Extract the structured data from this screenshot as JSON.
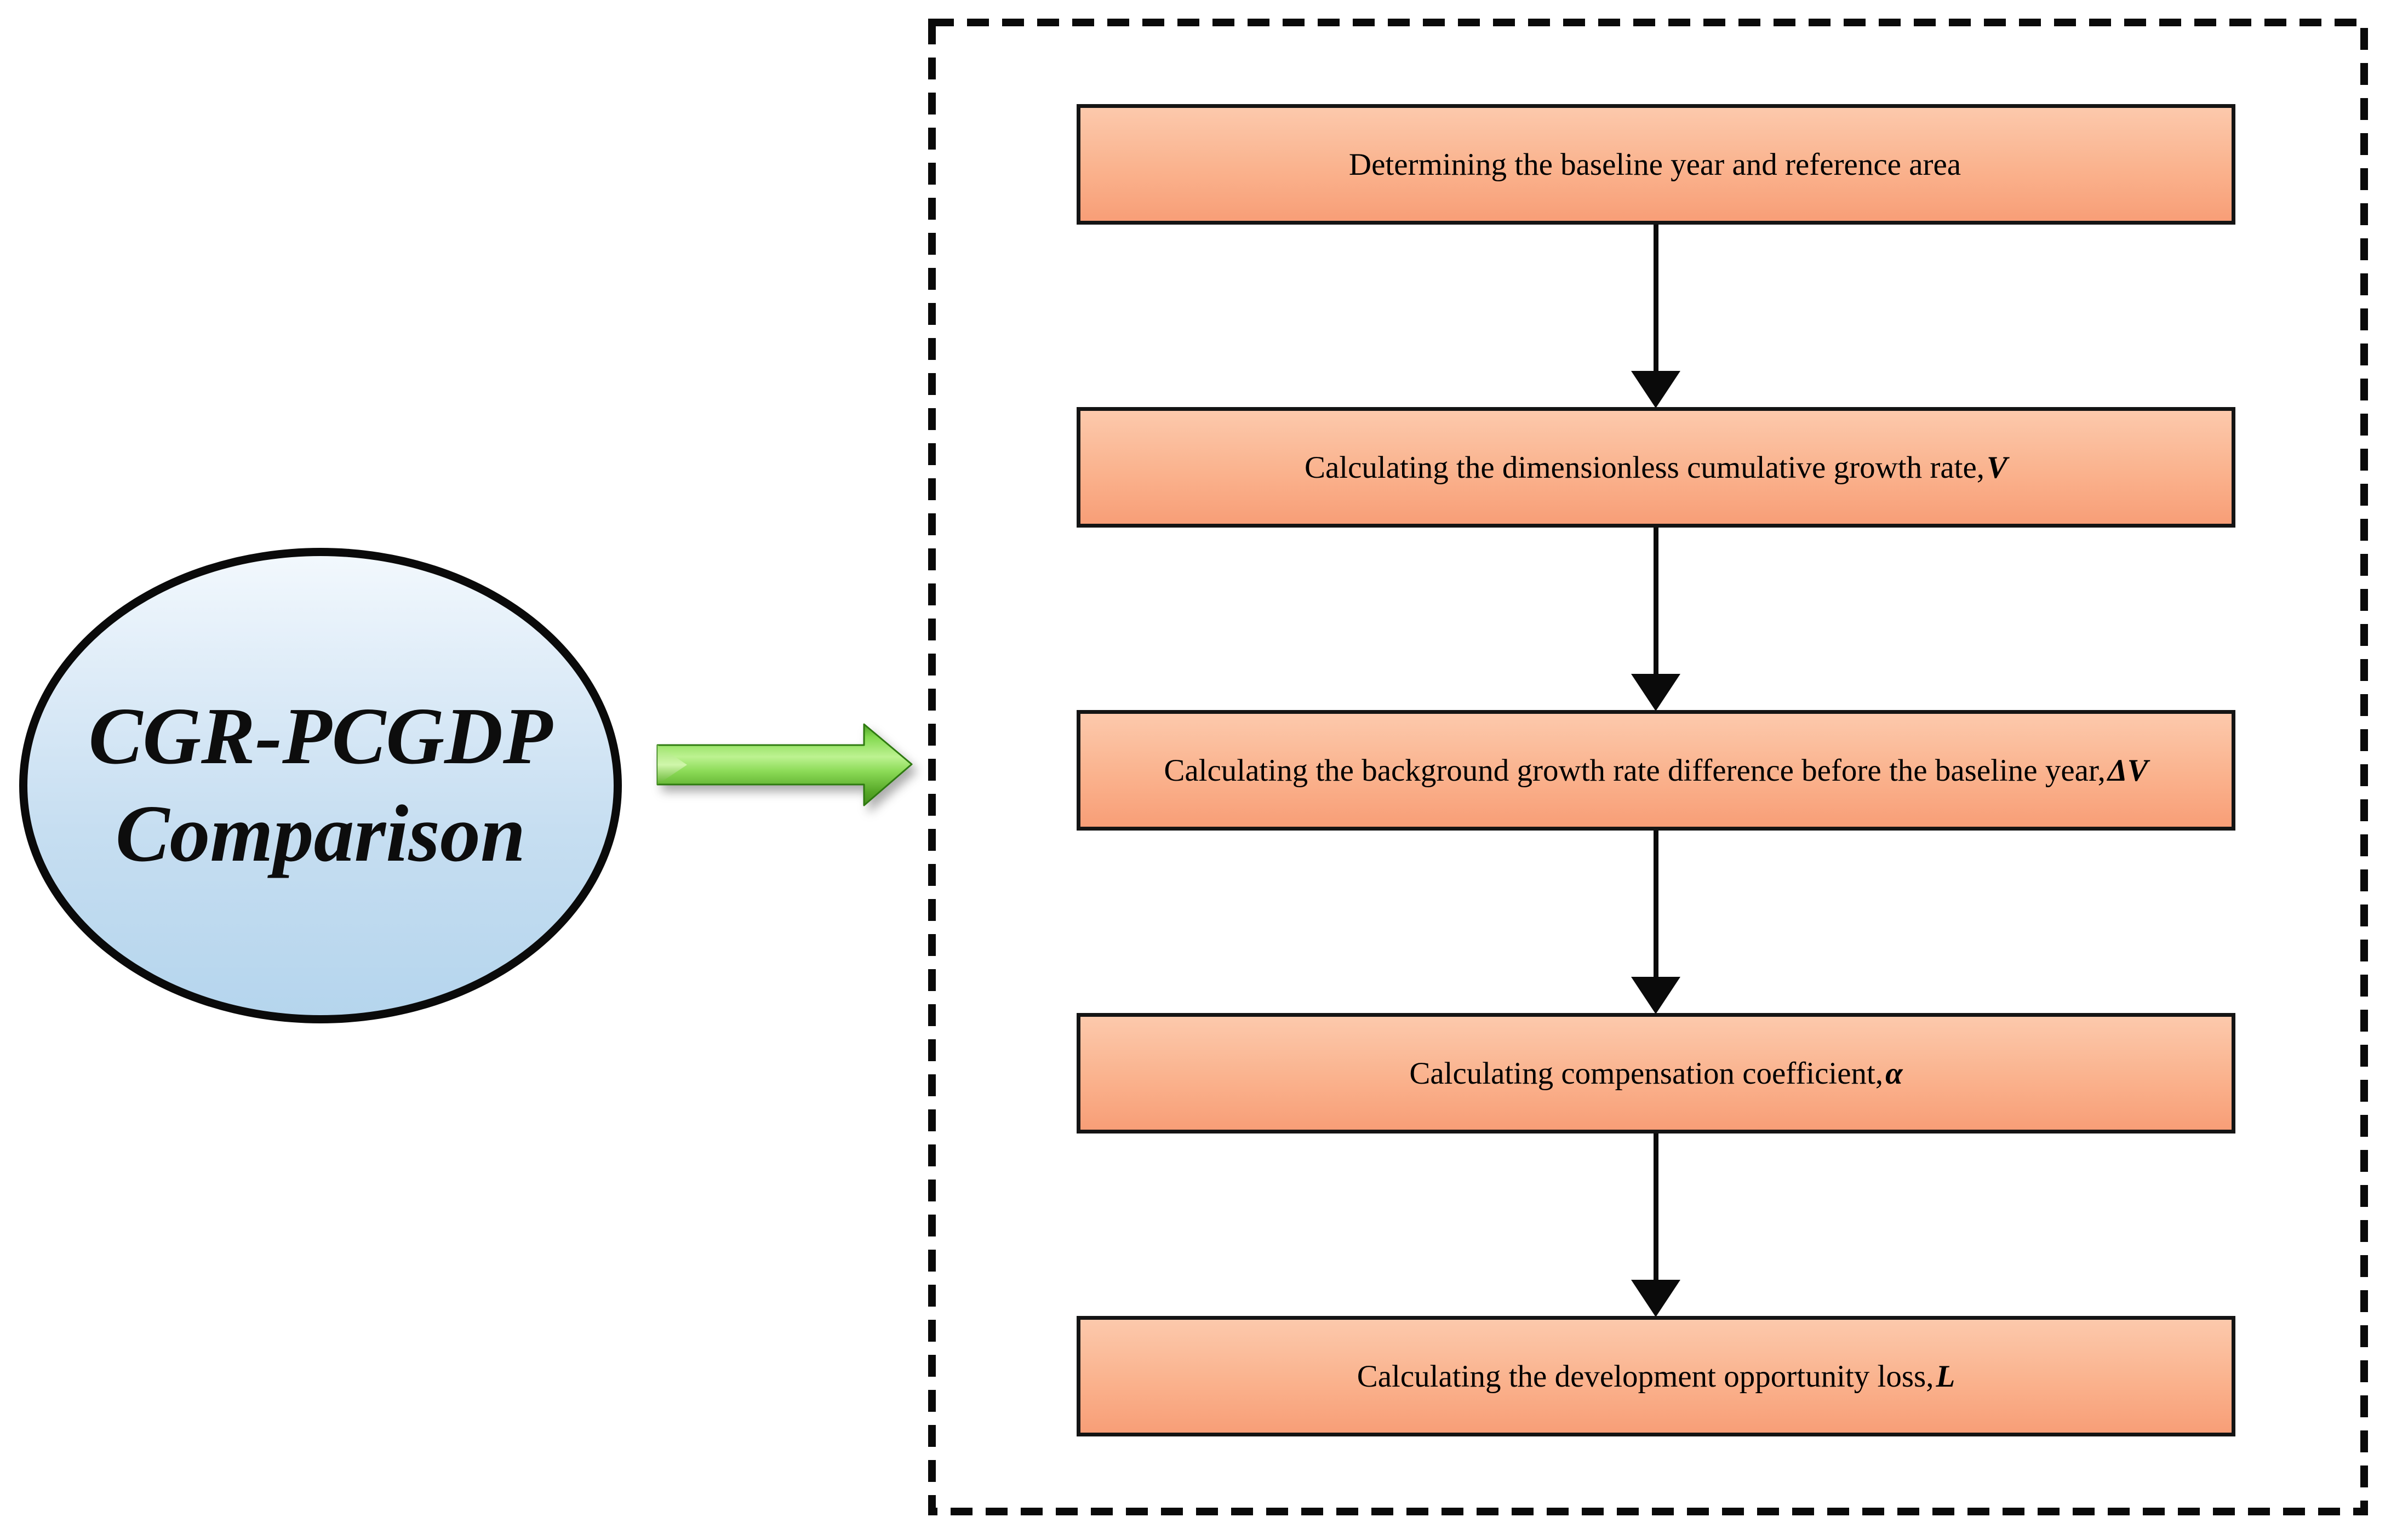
{
  "ellipse": {
    "line1": "CGR-PCGDP",
    "line2": "Comparison"
  },
  "steps": [
    {
      "label": "Determining the baseline year and reference area",
      "var": ""
    },
    {
      "label": "Calculating the dimensionless cumulative growth rate, ",
      "var": "V"
    },
    {
      "label": "Calculating the background growth rate difference before the baseline year, ",
      "var": "ΔV"
    },
    {
      "label": "Calculating compensation coefficient, ",
      "var": "α"
    },
    {
      "label": "Calculating the development opportunity loss, ",
      "var": "L"
    }
  ],
  "colors": {
    "box_gradient_top": "#fcc9ac",
    "box_gradient_bottom": "#f89e77",
    "box_border": "#141414",
    "ellipse_gradient_top": "#f2f8fd",
    "ellipse_gradient_bottom": "#b5d5ed",
    "ellipse_border": "#0a0a0a",
    "green_arrow_light": "#bdf291",
    "green_arrow_dark": "#468f1e",
    "connector": "#0a0a0a",
    "dashed_border": "#0a0a0a",
    "background": "#ffffff"
  }
}
